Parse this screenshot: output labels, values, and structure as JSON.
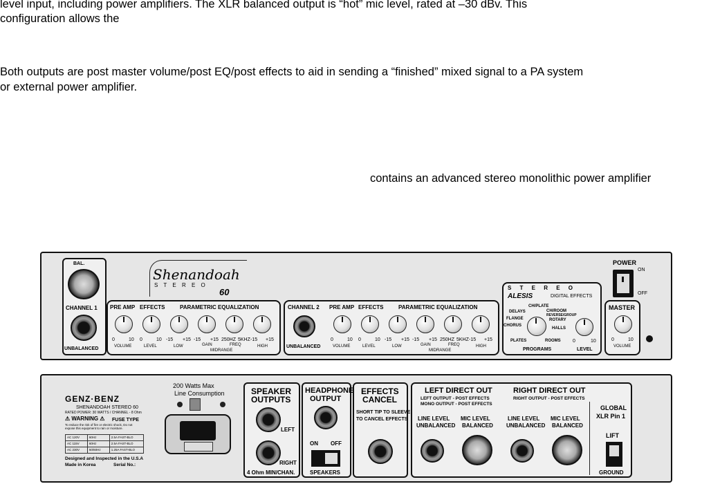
{
  "text": {
    "p1_line1": "level input, including power amplifiers. The XLR balanced output is “hot” mic level, rated at –30 dBv. This",
    "p1_line2": "configuration allows the",
    "p2_line1": "Both outputs are post master volume/post EQ/post effects to aid in sending a “finished” mixed signal to a PA system",
    "p2_line2": "or external power amplifier.",
    "p3": "contains an advanced stereo monolithic power amplifier"
  },
  "front": {
    "ch1_bal": "BAL.",
    "ch1_label": "CHANNEL 1",
    "ch1_unbal": "UNBALANCED",
    "logo_script": "Shenandoah",
    "logo_stereo": "S T E R E O",
    "logo_num": "60",
    "preamp": "PRE AMP",
    "effects": "EFFECTS",
    "parametric": "PARAMETRIC EQUALIZATION",
    "ch2_label": "CHANNEL 2",
    "ch2_unbal": "UNBALANCED",
    "volume": "VOLUME",
    "level": "LEVEL",
    "low": "LOW",
    "gain": "GAIN",
    "freq": "FREQ",
    "midrange": "MIDRANGE",
    "high": "HIGH",
    "s0": "0",
    "s10": "10",
    "sm15": "-15",
    "sp15": "+15",
    "hz250": "250HZ",
    "khz5": "5KHZ",
    "alesis_stereo": "S T E R E O",
    "alesis": "ALESIS",
    "digital_effects": "DIGITAL EFFECTS",
    "programs": "PROGRAMS",
    "delays": "DELAYS",
    "flange": "FLANGE",
    "chorus": "CHORUS",
    "plates": "PLATES",
    "chplate": "CH/PLATE",
    "chroom": "CH/ROOM",
    "reversegroup": "REVERSE/GROUP",
    "rotary": "ROTARY",
    "halls": "HALLS",
    "rooms": "ROOMS",
    "power": "POWER",
    "on": "ON",
    "off": "OFF",
    "master": "MASTER"
  },
  "rear": {
    "brand": "GENZ·BENZ",
    "model": "SHENANDOAH STEREO 60",
    "rated": "RATED POWER: 30 WATTS / CHANNEL - 8 Ohm",
    "warning": "WARNING",
    "warn_text": "To reduce the risk of fire or electric shock, Do not expose this equipment to rain or moisture.",
    "fuse_type": "FUSE TYPE",
    "fuse_rows": [
      [
        "AC 120V",
        "60Hz",
        "2.5A FAST-BLO"
      ],
      [
        "AC 115V",
        "60Hz",
        "2.5A FAST-BLO"
      ],
      [
        "AC 230V",
        "50/60Hz",
        "1.25A FAST-BLO"
      ]
    ],
    "designed": "Designed and Inspected in the U.S.A",
    "made": "Made in Korea",
    "serial": "Serial No.:",
    "watts_max": "200 Watts Max",
    "line_consumption": "Line Consumption",
    "speaker_outputs_1": "SPEAKER",
    "speaker_outputs_2": "OUTPUTS",
    "left": "LEFT",
    "right": "RIGHT",
    "ohm": "4 Ohm MIN/CHAN.",
    "headphone_1": "HEADPHONE",
    "headphone_2": "OUTPUT",
    "on": "ON",
    "off": "OFF",
    "speakers": "SPEAKERS",
    "effects_cancel_1": "EFFECTS",
    "effects_cancel_2": "CANCEL",
    "short_tip_1": "SHORT TIP TO SLEEVE",
    "short_tip_2": "TO CANCEL EFFECTS",
    "left_direct": "LEFT DIRECT OUT",
    "left_sub_1": "LEFT OUTPUT - POST EFFECTS",
    "left_sub_2": "MONO OUTPUT - POST EFFECTS",
    "right_direct": "RIGHT DIRECT OUT",
    "right_sub": "RIGHT OUTPUT - POST EFFECTS",
    "line_level": "LINE LEVEL",
    "unbalanced": "UNBALANCED",
    "mic_level": "MIC LEVEL",
    "balanced": "BALANCED",
    "global": "GLOBAL",
    "xlr_pin": "XLR Pin 1",
    "lift": "LIFT",
    "ground": "GROUND"
  }
}
